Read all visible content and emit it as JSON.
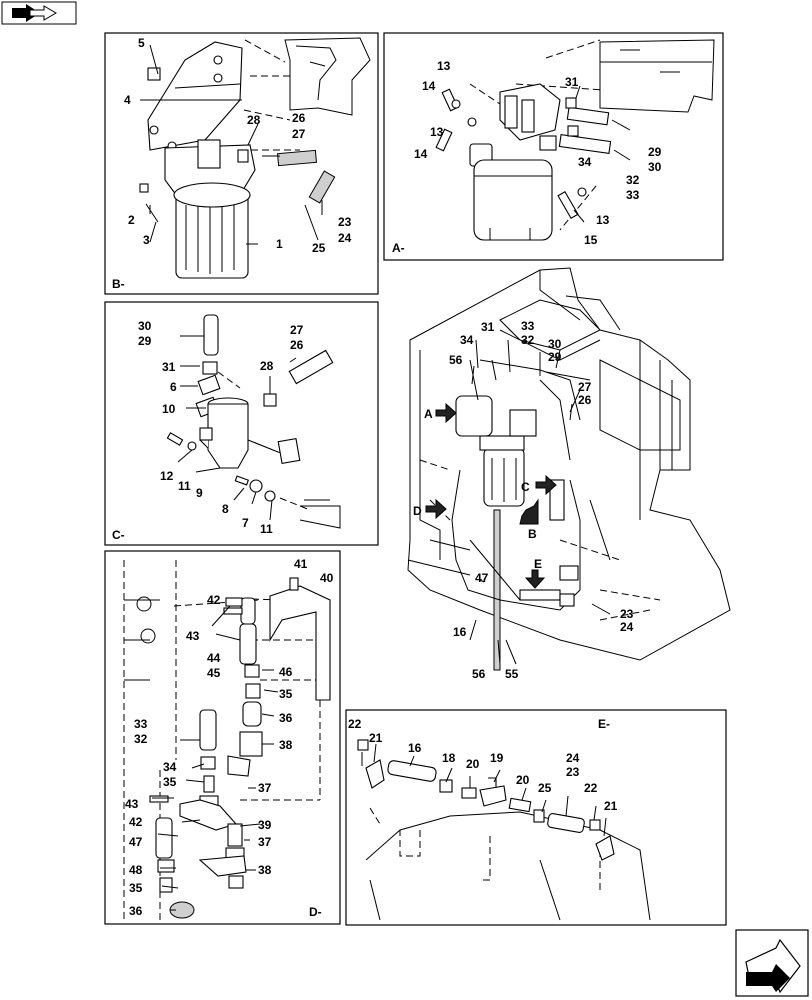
{
  "panels": {
    "b": "B-",
    "a": "A-",
    "c": "C-",
    "d": "D-",
    "e": "E-"
  },
  "main_letters": {
    "a": "A",
    "b": "B",
    "c": "C",
    "d": "D",
    "e": "E"
  },
  "callouts": {
    "b": [
      "5",
      "4",
      "28",
      "26",
      "27",
      "2",
      "3",
      "23",
      "24",
      "25",
      "1"
    ],
    "a": [
      "13",
      "14",
      "31",
      "13",
      "14",
      "29",
      "30",
      "34",
      "32",
      "33",
      "13",
      "15"
    ],
    "c": [
      "30",
      "29",
      "31",
      "6",
      "10",
      "28",
      "27",
      "26",
      "12",
      "11",
      "9",
      "8",
      "7",
      "11"
    ],
    "main": [
      "33",
      "32",
      "34",
      "31",
      "30",
      "29",
      "56",
      "27",
      "26",
      "47",
      "16",
      "23",
      "24",
      "56",
      "55"
    ],
    "d": [
      "41",
      "40",
      "42",
      "43",
      "44",
      "45",
      "46",
      "35",
      "36",
      "38",
      "33",
      "32",
      "34",
      "35",
      "37",
      "43",
      "42",
      "39",
      "47",
      "37",
      "48",
      "38",
      "35",
      "36"
    ],
    "e": [
      "22",
      "21",
      "16",
      "18",
      "20",
      "19",
      "24",
      "23",
      "20",
      "25",
      "22",
      "21"
    ]
  }
}
